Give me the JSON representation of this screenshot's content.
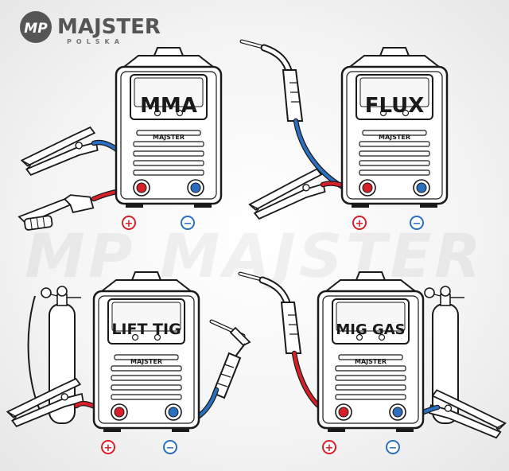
{
  "brand": {
    "name": "MAJSTER",
    "sub": "POLSKA",
    "logo_mark": "MP",
    "watermark": "MP MAJSTER",
    "unit_logo": "MAJSTER"
  },
  "colors": {
    "positive": "#d8202a",
    "negative": "#2a6fc0",
    "cable_red": "#d8202a",
    "cable_blue": "#2a6fc0",
    "outline": "#1a1a1a"
  },
  "panels": [
    {
      "id": "mma",
      "mode": "MMA",
      "plus": "+",
      "minus": "−"
    },
    {
      "id": "flux",
      "mode": "FLUX",
      "plus": "+",
      "minus": "−"
    },
    {
      "id": "lift-tig",
      "mode": "LIFT TIG",
      "plus": "+",
      "minus": "−"
    },
    {
      "id": "mig-gas",
      "mode": "MIG GAS",
      "plus": "+",
      "minus": "−"
    }
  ]
}
